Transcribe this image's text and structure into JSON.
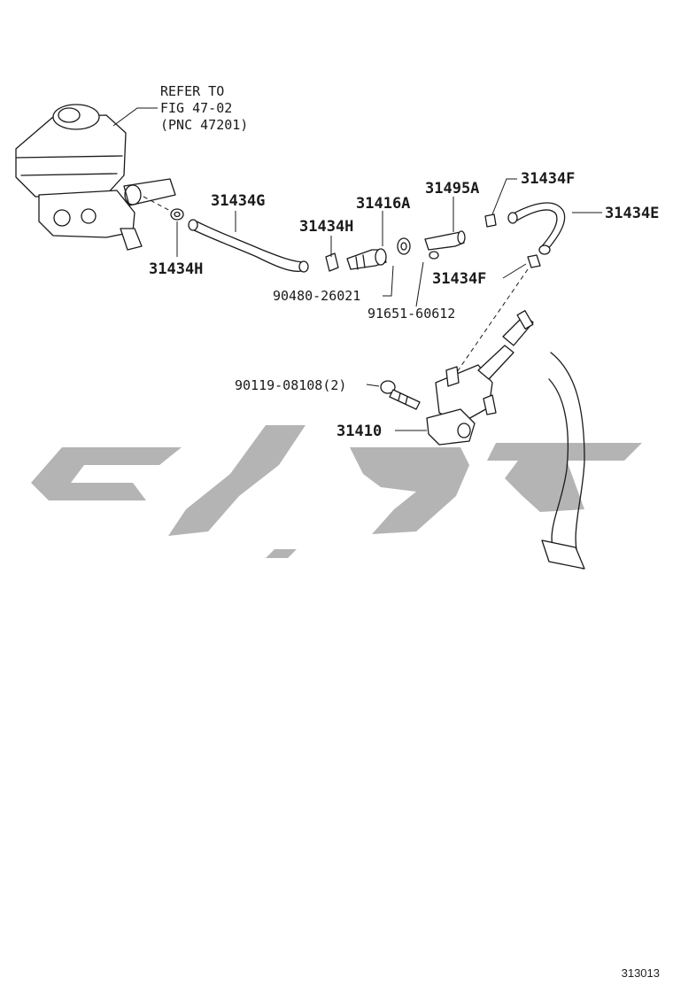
{
  "diagram": {
    "reference_note": {
      "line1": "REFER TO",
      "line2": "FIG 47-02",
      "line3": "(PNC 47201)"
    },
    "parts": {
      "p31434G": "31434G",
      "p31434H_top": "31434H",
      "p31434H_left": "31434H",
      "p31416A": "31416A",
      "p31495A": "31495A",
      "p31434F_top": "31434F",
      "p31434E": "31434E",
      "p31434F_mid": "31434F",
      "p90480": "90480-26021",
      "p91651": "91651-60612",
      "p90119": "90119-08108(2)",
      "p31410": "31410"
    },
    "figure_id": "313013",
    "watermark": {
      "color": "#b4b4b4"
    },
    "line_color": "#1a1a1a"
  }
}
